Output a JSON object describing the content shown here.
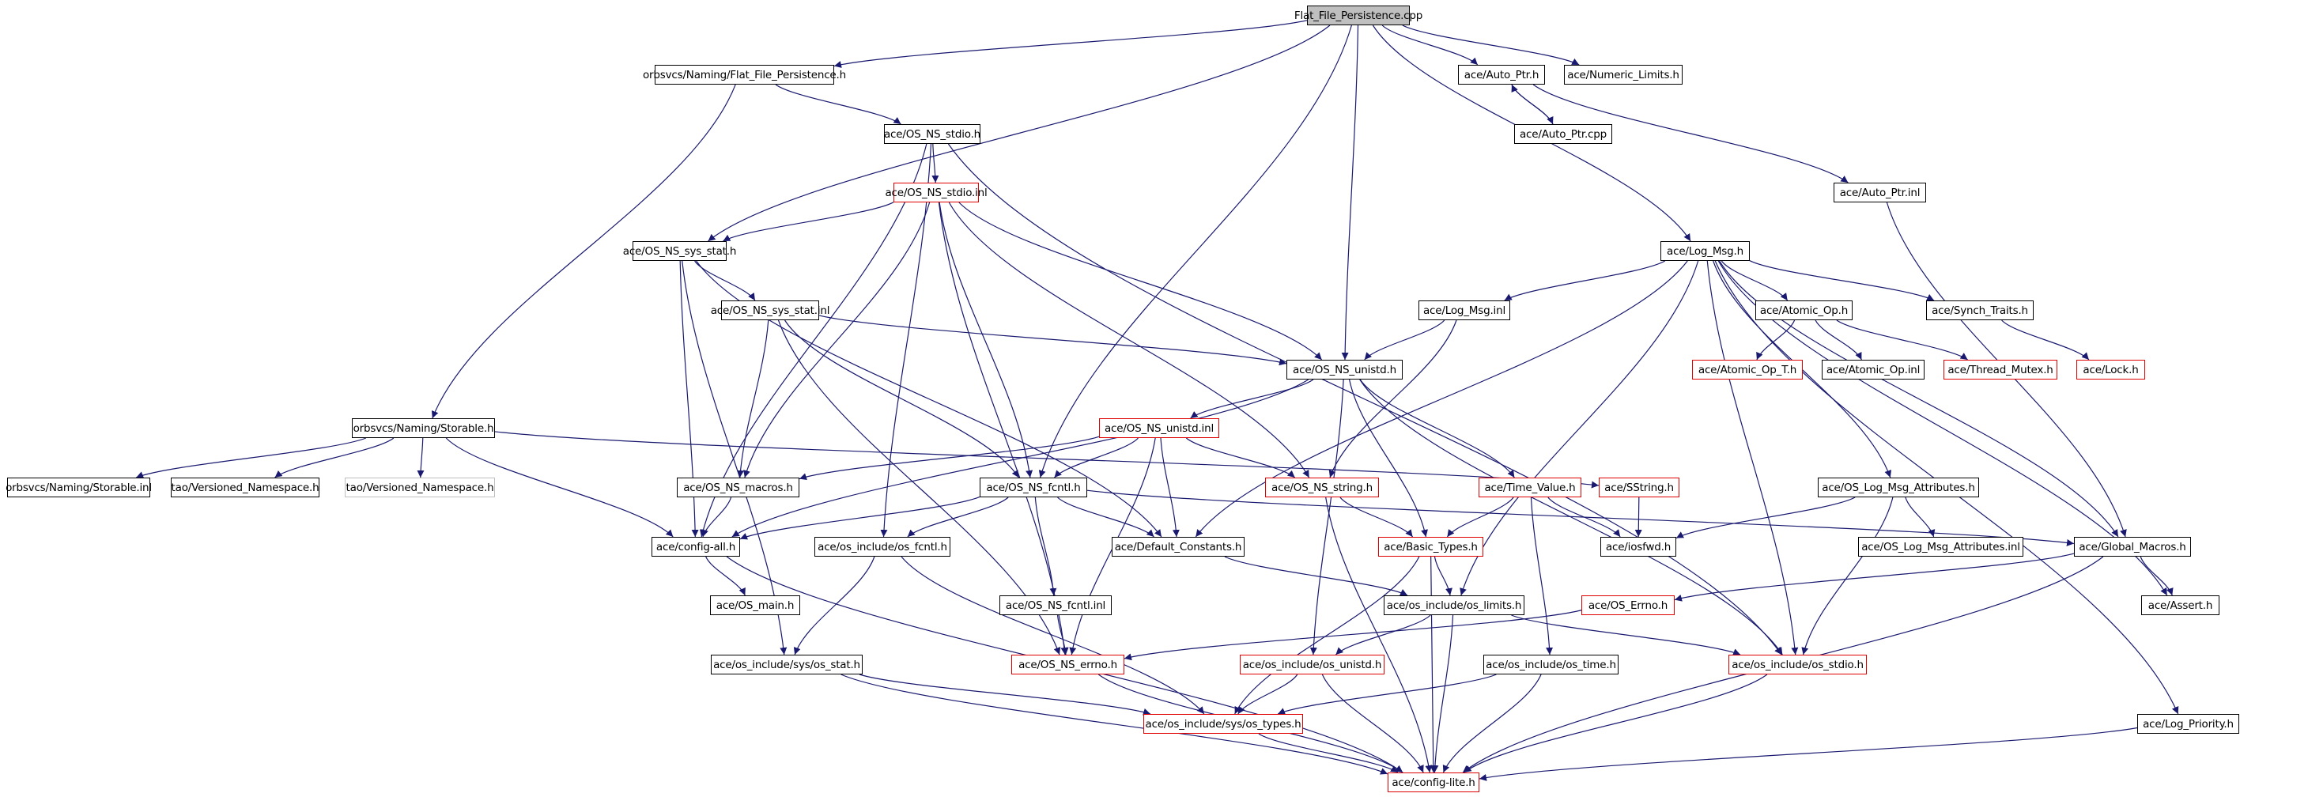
{
  "title": "Flat_File_Persistence.cpp include dependency graph",
  "colors": {
    "edge": "#191970",
    "box_border": "#000000",
    "box_border_undocumented": "#e00000",
    "box_border_external": "#bfbfbf",
    "root_fill": "#bfbfbf"
  },
  "nodes": [
    {
      "id": "root",
      "label": "Flat_File_Persistence.cpp",
      "kind": "root"
    },
    {
      "id": "ffp_h",
      "label": "orbsvcs/Naming/Flat_File_Persistence.h",
      "kind": "normal"
    },
    {
      "id": "auto_ptr_h",
      "label": "ace/Auto_Ptr.h",
      "kind": "normal"
    },
    {
      "id": "numeric_limits_h",
      "label": "ace/Numeric_Limits.h",
      "kind": "normal"
    },
    {
      "id": "os_ns_stdio_h",
      "label": "ace/OS_NS_stdio.h",
      "kind": "normal"
    },
    {
      "id": "auto_ptr_cpp",
      "label": "ace/Auto_Ptr.cpp",
      "kind": "normal"
    },
    {
      "id": "os_ns_stdio_inl",
      "label": "ace/OS_NS_stdio.inl",
      "kind": "red"
    },
    {
      "id": "auto_ptr_inl",
      "label": "ace/Auto_Ptr.inl",
      "kind": "normal"
    },
    {
      "id": "os_ns_sys_stat_h",
      "label": "ace/OS_NS_sys_stat.h",
      "kind": "normal"
    },
    {
      "id": "log_msg_h",
      "label": "ace/Log_Msg.h",
      "kind": "normal"
    },
    {
      "id": "os_ns_sys_stat_inl",
      "label": "ace/OS_NS_sys_stat.inl",
      "kind": "normal"
    },
    {
      "id": "log_msg_inl",
      "label": "ace/Log_Msg.inl",
      "kind": "normal"
    },
    {
      "id": "atomic_op_h",
      "label": "ace/Atomic_Op.h",
      "kind": "normal"
    },
    {
      "id": "synch_traits_h",
      "label": "ace/Synch_Traits.h",
      "kind": "normal"
    },
    {
      "id": "os_ns_unistd_h",
      "label": "ace/OS_NS_unistd.h",
      "kind": "normal"
    },
    {
      "id": "atomic_op_t_h",
      "label": "ace/Atomic_Op_T.h",
      "kind": "red"
    },
    {
      "id": "atomic_op_inl",
      "label": "ace/Atomic_Op.inl",
      "kind": "normal"
    },
    {
      "id": "thread_mutex_h",
      "label": "ace/Thread_Mutex.h",
      "kind": "red"
    },
    {
      "id": "lock_h",
      "label": "ace/Lock.h",
      "kind": "red"
    },
    {
      "id": "storable_h",
      "label": "orbsvcs/Naming/Storable.h",
      "kind": "normal"
    },
    {
      "id": "os_ns_unistd_inl",
      "label": "ace/OS_NS_unistd.inl",
      "kind": "red"
    },
    {
      "id": "storable_inl",
      "label": "orbsvcs/Naming/Storable.inl",
      "kind": "normal"
    },
    {
      "id": "tao_vns_h",
      "label": "tao/Versioned_Namespace.h",
      "kind": "normal"
    },
    {
      "id": "tao_vns_h_ext",
      "label": "tao/Versioned_Namespace.h",
      "kind": "gray"
    },
    {
      "id": "os_ns_macros_h",
      "label": "ace/OS_NS_macros.h",
      "kind": "normal"
    },
    {
      "id": "os_ns_fcntl_h",
      "label": "ace/OS_NS_fcntl.h",
      "kind": "normal"
    },
    {
      "id": "os_ns_string_h",
      "label": "ace/OS_NS_string.h",
      "kind": "red"
    },
    {
      "id": "time_value_h",
      "label": "ace/Time_Value.h",
      "kind": "red"
    },
    {
      "id": "sstring_h",
      "label": "ace/SString.h",
      "kind": "red"
    },
    {
      "id": "os_log_msg_attr_h",
      "label": "ace/OS_Log_Msg_Attributes.h",
      "kind": "normal"
    },
    {
      "id": "config_all_h",
      "label": "ace/config-all.h",
      "kind": "normal"
    },
    {
      "id": "os_fcntl_h",
      "label": "ace/os_include/os_fcntl.h",
      "kind": "normal"
    },
    {
      "id": "default_constants_h",
      "label": "ace/Default_Constants.h",
      "kind": "normal"
    },
    {
      "id": "basic_types_h",
      "label": "ace/Basic_Types.h",
      "kind": "red"
    },
    {
      "id": "iosfwd_h",
      "label": "ace/iosfwd.h",
      "kind": "normal"
    },
    {
      "id": "os_log_msg_attr_inl",
      "label": "ace/OS_Log_Msg_Attributes.inl",
      "kind": "normal"
    },
    {
      "id": "global_macros_h",
      "label": "ace/Global_Macros.h",
      "kind": "normal"
    },
    {
      "id": "os_main_h",
      "label": "ace/OS_main.h",
      "kind": "normal"
    },
    {
      "id": "os_ns_fcntl_inl",
      "label": "ace/OS_NS_fcntl.inl",
      "kind": "normal"
    },
    {
      "id": "os_limits_h",
      "label": "ace/os_include/os_limits.h",
      "kind": "normal"
    },
    {
      "id": "os_errno_h",
      "label": "ace/OS_Errno.h",
      "kind": "red"
    },
    {
      "id": "assert_h",
      "label": "ace/Assert.h",
      "kind": "normal"
    },
    {
      "id": "sys_os_stat_h",
      "label": "ace/os_include/sys/os_stat.h",
      "kind": "normal"
    },
    {
      "id": "os_ns_errno_h",
      "label": "ace/OS_NS_errno.h",
      "kind": "red"
    },
    {
      "id": "os_unistd_h",
      "label": "ace/os_include/os_unistd.h",
      "kind": "red"
    },
    {
      "id": "os_time_h",
      "label": "ace/os_include/os_time.h",
      "kind": "normal"
    },
    {
      "id": "os_stdio_h",
      "label": "ace/os_include/os_stdio.h",
      "kind": "red"
    },
    {
      "id": "os_types_h",
      "label": "ace/os_include/sys/os_types.h",
      "kind": "red"
    },
    {
      "id": "log_priority_h",
      "label": "ace/Log_Priority.h",
      "kind": "normal"
    },
    {
      "id": "config_lite_h",
      "label": "ace/config-lite.h",
      "kind": "red"
    }
  ],
  "edges": [
    [
      "root",
      "ffp_h"
    ],
    [
      "root",
      "auto_ptr_h"
    ],
    [
      "root",
      "numeric_limits_h"
    ],
    [
      "root",
      "os_ns_sys_stat_h"
    ],
    [
      "root",
      "log_msg_h"
    ],
    [
      "root",
      "os_ns_unistd_h"
    ],
    [
      "root",
      "os_ns_fcntl_h"
    ],
    [
      "ffp_h",
      "os_ns_stdio_h"
    ],
    [
      "ffp_h",
      "storable_h"
    ],
    [
      "auto_ptr_h",
      "auto_ptr_cpp"
    ],
    [
      "auto_ptr_cpp",
      "auto_ptr_h"
    ],
    [
      "auto_ptr_h",
      "auto_ptr_inl"
    ],
    [
      "auto_ptr_inl",
      "global_macros_h"
    ],
    [
      "os_ns_stdio_h",
      "os_ns_stdio_inl"
    ],
    [
      "os_ns_stdio_h",
      "config_all_h"
    ],
    [
      "os_ns_stdio_h",
      "os_fcntl_h"
    ],
    [
      "os_ns_stdio_h",
      "os_stdio_h"
    ],
    [
      "os_ns_stdio_inl",
      "os_ns_sys_stat_h"
    ],
    [
      "os_ns_stdio_inl",
      "os_ns_unistd_h"
    ],
    [
      "os_ns_stdio_inl",
      "os_ns_macros_h"
    ],
    [
      "os_ns_stdio_inl",
      "os_ns_fcntl_h"
    ],
    [
      "os_ns_stdio_inl",
      "os_ns_string_h"
    ],
    [
      "os_ns_stdio_inl",
      "os_ns_errno_h"
    ],
    [
      "os_ns_sys_stat_h",
      "os_ns_sys_stat_inl"
    ],
    [
      "os_ns_sys_stat_h",
      "config_all_h"
    ],
    [
      "os_ns_sys_stat_h",
      "sys_os_stat_h"
    ],
    [
      "os_ns_sys_stat_h",
      "default_constants_h"
    ],
    [
      "os_ns_sys_stat_inl",
      "os_ns_unistd_h"
    ],
    [
      "os_ns_sys_stat_inl",
      "os_ns_macros_h"
    ],
    [
      "os_ns_sys_stat_inl",
      "os_ns_fcntl_h"
    ],
    [
      "os_ns_sys_stat_inl",
      "os_ns_errno_h"
    ],
    [
      "log_msg_h",
      "log_msg_inl"
    ],
    [
      "log_msg_h",
      "atomic_op_h"
    ],
    [
      "log_msg_h",
      "synch_traits_h"
    ],
    [
      "log_msg_h",
      "os_log_msg_attr_h"
    ],
    [
      "log_msg_h",
      "global_macros_h"
    ],
    [
      "log_msg_h",
      "assert_h"
    ],
    [
      "log_msg_h",
      "log_priority_h"
    ],
    [
      "log_msg_h",
      "default_constants_h"
    ],
    [
      "log_msg_h",
      "os_limits_h"
    ],
    [
      "log_msg_h",
      "os_stdio_h"
    ],
    [
      "log_msg_inl",
      "os_ns_unistd_h"
    ],
    [
      "log_msg_inl",
      "os_ns_string_h"
    ],
    [
      "atomic_op_h",
      "atomic_op_t_h"
    ],
    [
      "atomic_op_h",
      "atomic_op_inl"
    ],
    [
      "atomic_op_h",
      "thread_mutex_h"
    ],
    [
      "synch_traits_h",
      "lock_h"
    ],
    [
      "os_ns_unistd_h",
      "os_ns_unistd_inl"
    ],
    [
      "os_ns_unistd_h",
      "config_all_h"
    ],
    [
      "os_ns_unistd_h",
      "time_value_h"
    ],
    [
      "os_ns_unistd_h",
      "basic_types_h"
    ],
    [
      "os_ns_unistd_h",
      "os_unistd_h"
    ],
    [
      "os_ns_unistd_h",
      "os_stdio_h"
    ],
    [
      "os_ns_unistd_inl",
      "os_ns_macros_h"
    ],
    [
      "os_ns_unistd_inl",
      "os_ns_fcntl_h"
    ],
    [
      "os_ns_unistd_inl",
      "os_ns_string_h"
    ],
    [
      "os_ns_unistd_inl",
      "default_constants_h"
    ],
    [
      "os_ns_unistd_inl",
      "os_ns_errno_h"
    ],
    [
      "storable_h",
      "storable_inl"
    ],
    [
      "storable_h",
      "tao_vns_h"
    ],
    [
      "storable_h",
      "tao_vns_h_ext"
    ],
    [
      "storable_h",
      "config_all_h"
    ],
    [
      "storable_h",
      "sstring_h"
    ],
    [
      "os_ns_macros_h",
      "config_all_h"
    ],
    [
      "os_ns_fcntl_h",
      "config_all_h"
    ],
    [
      "os_ns_fcntl_h",
      "os_fcntl_h"
    ],
    [
      "os_ns_fcntl_h",
      "default_constants_h"
    ],
    [
      "os_ns_fcntl_h",
      "os_ns_fcntl_inl"
    ],
    [
      "os_ns_fcntl_h",
      "global_macros_h"
    ],
    [
      "os_ns_string_h",
      "basic_types_h"
    ],
    [
      "os_ns_string_h",
      "config_lite_h"
    ],
    [
      "time_value_h",
      "basic_types_h"
    ],
    [
      "time_value_h",
      "iosfwd_h"
    ],
    [
      "time_value_h",
      "os_time_h"
    ],
    [
      "sstring_h",
      "iosfwd_h"
    ],
    [
      "os_log_msg_attr_h",
      "iosfwd_h"
    ],
    [
      "os_log_msg_attr_h",
      "os_log_msg_attr_inl"
    ],
    [
      "os_log_msg_attr_h",
      "os_stdio_h"
    ],
    [
      "config_all_h",
      "os_main_h"
    ],
    [
      "config_all_h",
      "config_lite_h"
    ],
    [
      "os_fcntl_h",
      "sys_os_stat_h"
    ],
    [
      "os_fcntl_h",
      "os_types_h"
    ],
    [
      "default_constants_h",
      "os_limits_h"
    ],
    [
      "basic_types_h",
      "os_limits_h"
    ],
    [
      "basic_types_h",
      "os_types_h"
    ],
    [
      "basic_types_h",
      "config_lite_h"
    ],
    [
      "global_macros_h",
      "os_errno_h"
    ],
    [
      "global_macros_h",
      "assert_h"
    ],
    [
      "global_macros_h",
      "config_lite_h"
    ],
    [
      "os_ns_fcntl_inl",
      "os_ns_errno_h"
    ],
    [
      "os_limits_h",
      "os_unistd_h"
    ],
    [
      "os_limits_h",
      "os_stdio_h"
    ],
    [
      "os_limits_h",
      "config_lite_h"
    ],
    [
      "os_errno_h",
      "os_ns_errno_h"
    ],
    [
      "sys_os_stat_h",
      "os_types_h"
    ],
    [
      "sys_os_stat_h",
      "config_lite_h"
    ],
    [
      "os_ns_errno_h",
      "config_lite_h"
    ],
    [
      "os_unistd_h",
      "os_types_h"
    ],
    [
      "os_unistd_h",
      "config_lite_h"
    ],
    [
      "os_time_h",
      "os_types_h"
    ],
    [
      "os_time_h",
      "config_lite_h"
    ],
    [
      "os_stdio_h",
      "config_lite_h"
    ],
    [
      "os_types_h",
      "config_lite_h"
    ],
    [
      "log_priority_h",
      "config_lite_h"
    ]
  ]
}
